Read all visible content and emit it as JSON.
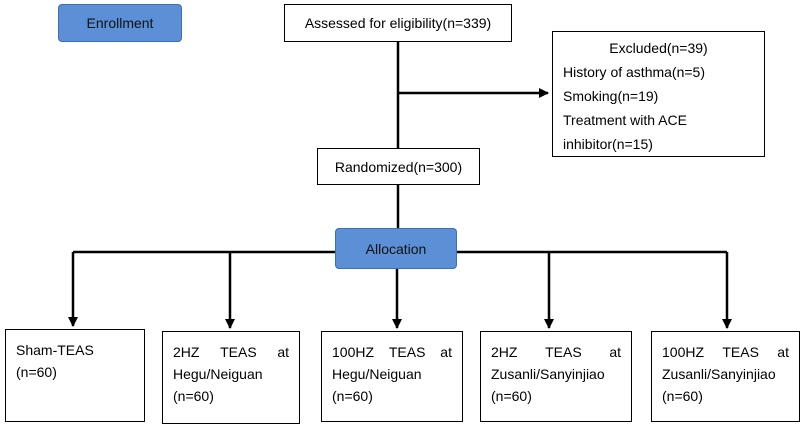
{
  "enrollment_label": "Enrollment",
  "assessed": "Assessed for eligibility(n=339)",
  "excluded": {
    "title": "Excluded(n=39)",
    "items": [
      "History of asthma(n=5)",
      "Smoking(n=19)",
      "Treatment with ACE",
      "inhibitor(n=15)"
    ]
  },
  "randomized": "Randomized(n=300)",
  "allocation_label": "Allocation",
  "arms": [
    {
      "line1": [
        "Sham-TEAS"
      ],
      "line2": "(n=60)",
      "line3": ""
    },
    {
      "line1": [
        "2HZ",
        "TEAS",
        "at"
      ],
      "line2": "Hegu/Neiguan",
      "line3": "(n=60)"
    },
    {
      "line1": [
        "100HZ",
        "TEAS",
        "at"
      ],
      "line2": "Hegu/Neiguan",
      "line3": "(n=60)"
    },
    {
      "line1": [
        "2HZ",
        "TEAS",
        "at"
      ],
      "line2": "Zusanli/Sanyinjiao",
      "line3": "(n=60)"
    },
    {
      "line1": [
        "100HZ",
        "TEAS",
        "at"
      ],
      "line2": "Zusanli/Sanyinjiao",
      "line3": "(n=60)"
    }
  ],
  "colors": {
    "stage_fill": "#5b8fd6",
    "line": "#000000"
  }
}
